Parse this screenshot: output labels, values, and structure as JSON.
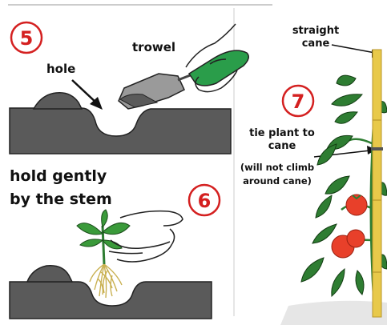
{
  "steps": {
    "five": {
      "number": "5",
      "hole": "hole",
      "trowel": "trowel"
    },
    "six": {
      "number": "6",
      "instruction_line1": "hold gently",
      "instruction_line2": "by the stem"
    },
    "seven": {
      "number": "7",
      "cane_line1": "straight",
      "cane_line2": "cane",
      "tie_line1": "tie plant to",
      "tie_line2": "cane",
      "note_line1": "(will not climb",
      "note_line2": "around cane)"
    }
  },
  "colors": {
    "soil": "#5a5a5a",
    "step_red": "#d42020",
    "leaf": "#2e7d32",
    "tomato": "#e8402a",
    "cane": "#e8c94a",
    "trowel_handle": "#2a9d4a"
  }
}
